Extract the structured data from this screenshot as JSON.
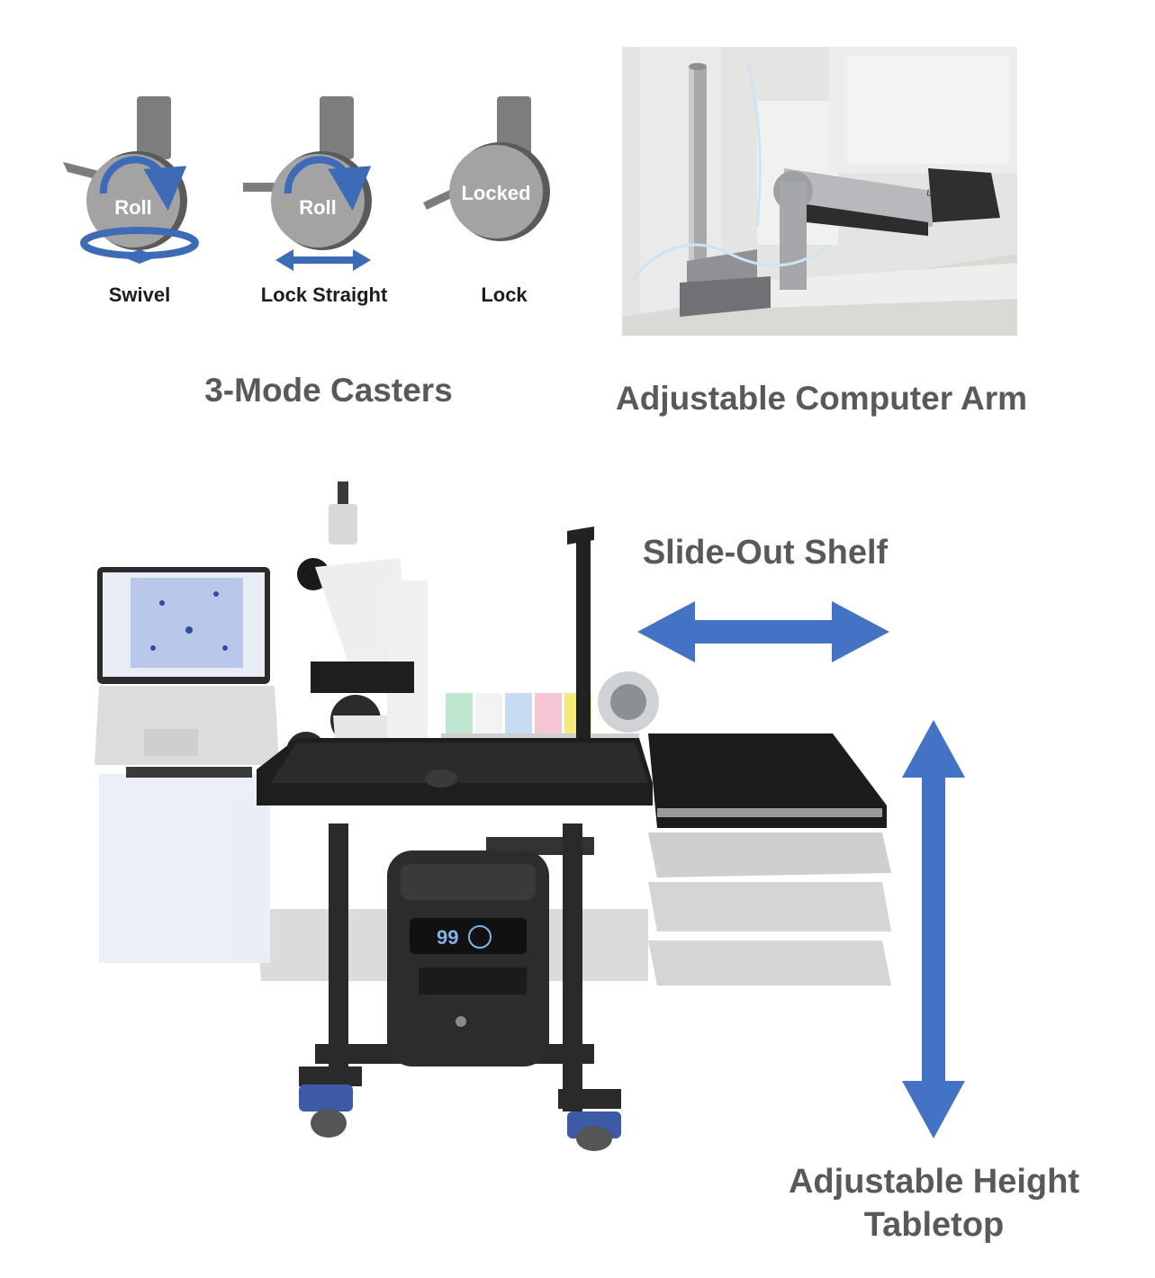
{
  "casters": {
    "modes": [
      {
        "wheel_text": "Roll",
        "label": "Swivel"
      },
      {
        "wheel_text": "Roll",
        "label": "Lock Straight"
      },
      {
        "wheel_text": "Locked",
        "label": "Lock"
      }
    ],
    "caption": "3-Mode Casters"
  },
  "arm": {
    "caption": "Adjustable Computer Arm",
    "brand_text": "Loctek"
  },
  "shelf": {
    "caption": "Slide-Out Shelf"
  },
  "height": {
    "caption_line1": "Adjustable Height",
    "caption_line2": "Tabletop"
  },
  "power_station": {
    "display": "99"
  },
  "colors": {
    "arrow_blue": "#4472c4",
    "caption_gray": "#58595b",
    "wheel_gray": "#9b9b9b",
    "bracket_gray": "#7d7d7d",
    "table_black": "#1e1e1e"
  }
}
